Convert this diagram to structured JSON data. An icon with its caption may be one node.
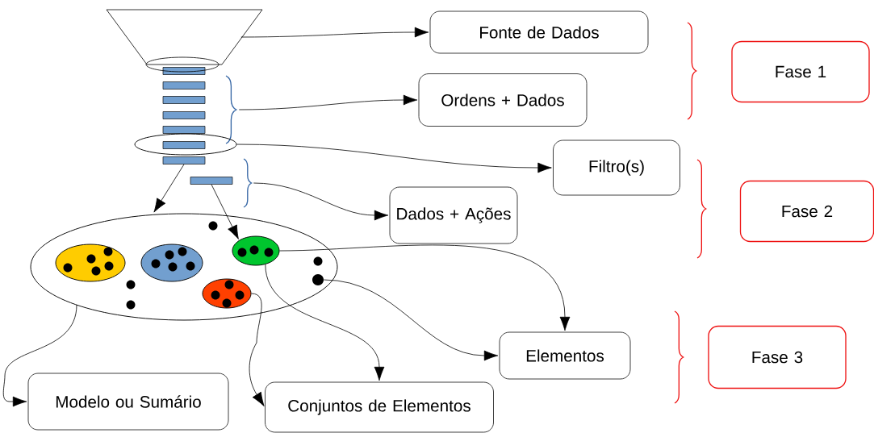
{
  "diagram": {
    "nodes": [
      {
        "text": [],
        "shape": "funnel"
      },
      {
        "text": [
          "Fonte de Dados"
        ]
      },
      {
        "text": [],
        "shape": "brace"
      },
      {
        "text": [
          "Ordens + Dados"
        ]
      },
      {
        "text": [],
        "shape": "ellipse"
      },
      {
        "text": [
          "Filtro(s)"
        ]
      },
      {
        "text": [],
        "shape": "bar"
      },
      {
        "text": [],
        "shape": "bar"
      },
      {
        "text": [],
        "shape": "brace"
      },
      {
        "text": [
          "Dados + Ações"
        ]
      },
      {
        "text": [
          "Fase 1"
        ]
      },
      {
        "text": [
          "Fase 2"
        ]
      },
      {
        "text": [
          "Fase 3"
        ]
      },
      {
        "text": [],
        "shape": "ellipse"
      },
      {
        "text": [],
        "shape": "ellipse",
        "in": 13
      },
      {
        "text": [],
        "shape": "ellipse",
        "in": 13
      },
      {
        "text": [],
        "shape": "ellipse",
        "in": 13
      },
      {
        "text": [],
        "shape": "ellipse",
        "in": 13
      },
      {
        "text": [],
        "shape": "circle",
        "in": 13
      },
      {
        "text": [
          "Modelo ou Sumário"
        ]
      },
      {
        "text": [
          "Conjuntos de Elementos"
        ]
      },
      {
        "text": [
          "Elementos"
        ]
      }
    ],
    "edges": [
      {
        "from": 0,
        "to": 1,
        "arrow": "to"
      },
      {
        "from": 2,
        "to": 3,
        "arrow": "to"
      },
      {
        "from": 4,
        "to": 5,
        "arrow": "to"
      },
      {
        "from": 8,
        "to": 9,
        "arrow": "to"
      },
      {
        "from": 6,
        "to": 13,
        "arrow": "to"
      },
      {
        "from": 7,
        "to": 16,
        "arrow": "to"
      },
      {
        "from": 13,
        "to": 19,
        "arrow": "to"
      },
      {
        "from": 17,
        "to": 20,
        "arrow": "to"
      },
      {
        "from": 16,
        "to": 20,
        "arrow": "to"
      },
      {
        "from": 16,
        "to": 21,
        "arrow": "to"
      },
      {
        "from": 18,
        "to": 21,
        "arrow": "to"
      }
    ]
  }
}
